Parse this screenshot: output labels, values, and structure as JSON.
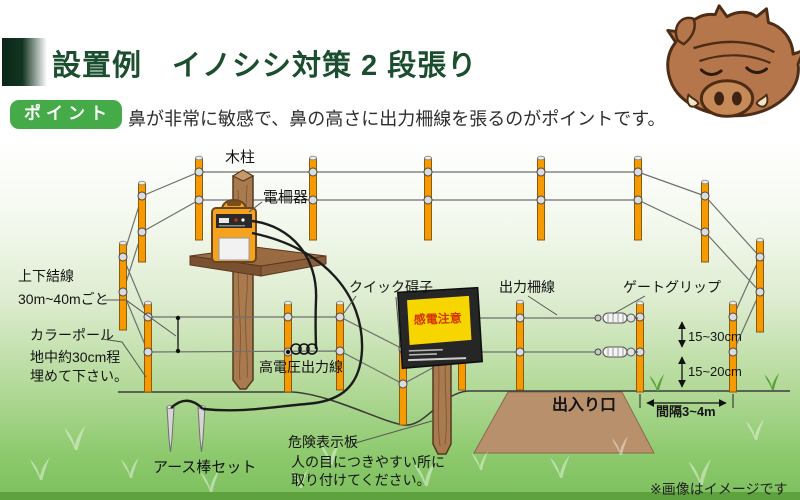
{
  "colors": {
    "title_green": "#1b4e2e",
    "badge_green": "#45ab49",
    "post_orange": "#f59a00",
    "sign_yellow": "#f7d600",
    "sign_red": "#d43500",
    "path_brown": "#b9906c",
    "grass_green": "#7cbf5e",
    "boar_brown": "#b5764b"
  },
  "header": {
    "title": "設置例　イノシシ対策 2 段張り",
    "point_badge": "ポイント",
    "point_text": "鼻が非常に敏感で、鼻の高さに出力柵線を張るのがポイントです。"
  },
  "diagram": {
    "labels": {
      "wood_post": "木柱",
      "energizer": "電柵器",
      "joint_title": "上下結線",
      "joint_sub": "30m~40mごと",
      "color_pole_title": "カラーポール",
      "color_pole_sub1": "地中約30cm程",
      "color_pole_sub2": "埋めて下さい。",
      "quick_insulator": "クイック碍子",
      "output_wire": "出力柵線",
      "gate_grip": "ゲートグリップ",
      "hv_output": "高電圧出力線",
      "danger_board_title": "危険表示板",
      "danger_board_sub1": "人の目につきやすい所に",
      "danger_board_sub2": "取り付けてください。",
      "earth_rod": "アース棒セット",
      "entrance": "出入り口",
      "sign_text": "感電注意",
      "dim_upper": "15~30cm",
      "dim_lower": "15~20cm",
      "dim_span": "間隔3~4m"
    },
    "footnote": "※画像はイメージです"
  }
}
